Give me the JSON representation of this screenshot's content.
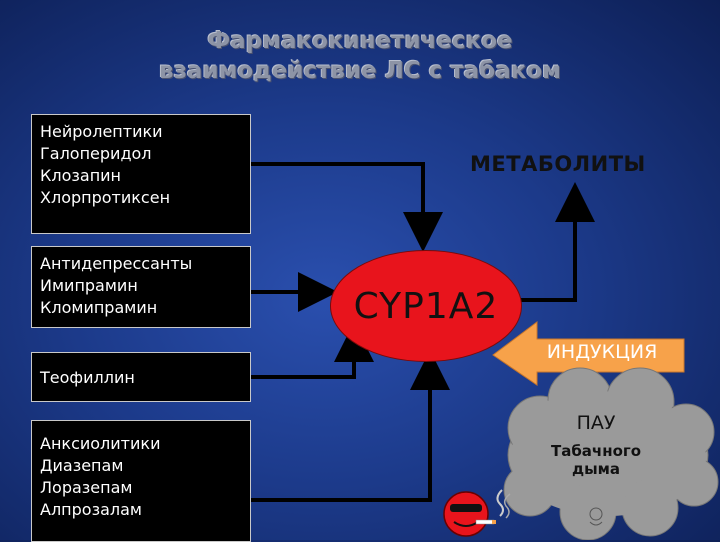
{
  "title": {
    "line1": "Фармакокинетическое",
    "line2": "взаимодействие ЛС с табаком"
  },
  "drug_boxes": {
    "neuroleptics": [
      "Нейролептики",
      "Галоперидол",
      "Клозапин",
      "Хлорпротиксен"
    ],
    "antidepressants": [
      "Антидепрессанты",
      "Имипрамин",
      "Кломипрамин"
    ],
    "theophylline": [
      "Теофиллин"
    ],
    "anxiolytics": [
      "Анксиолитики",
      "Диазепам",
      "Лоразепам",
      "Алпрозалам"
    ]
  },
  "enzyme": "CYP1A2",
  "metabolites": "МЕТАБОЛИТЫ",
  "induction": "ИНДУКЦИЯ",
  "cloud": {
    "heading": "ПАУ",
    "line1": "Табачного",
    "line2": "дыма"
  },
  "colors": {
    "background": "#1c3a8a",
    "enzyme_fill": "#e8141c",
    "induction_arrow": "#f7a24a",
    "cloud_fill": "#9a9a9a",
    "box_fill": "#000000"
  },
  "icons": [
    "smoking-smiley-icon"
  ]
}
